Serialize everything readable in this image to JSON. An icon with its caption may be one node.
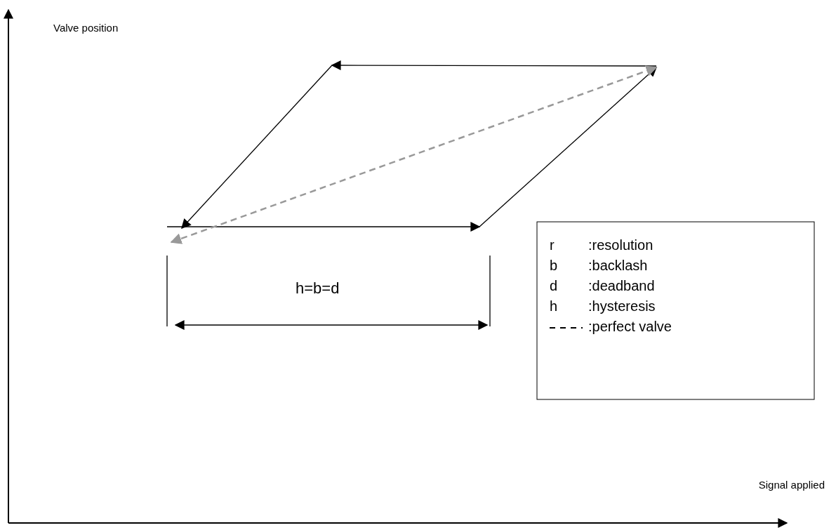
{
  "diagram": {
    "labels": [
      "Valve position",
      "h=b=d",
      "r",
      ":resolution",
      "b",
      ":backlash",
      "d",
      ":deadband",
      "h",
      ":hysteresis",
      "Signal applied"
    ],
    "legend": [
      {
        "text": ":perfect valve"
      }
    ]
  }
}
